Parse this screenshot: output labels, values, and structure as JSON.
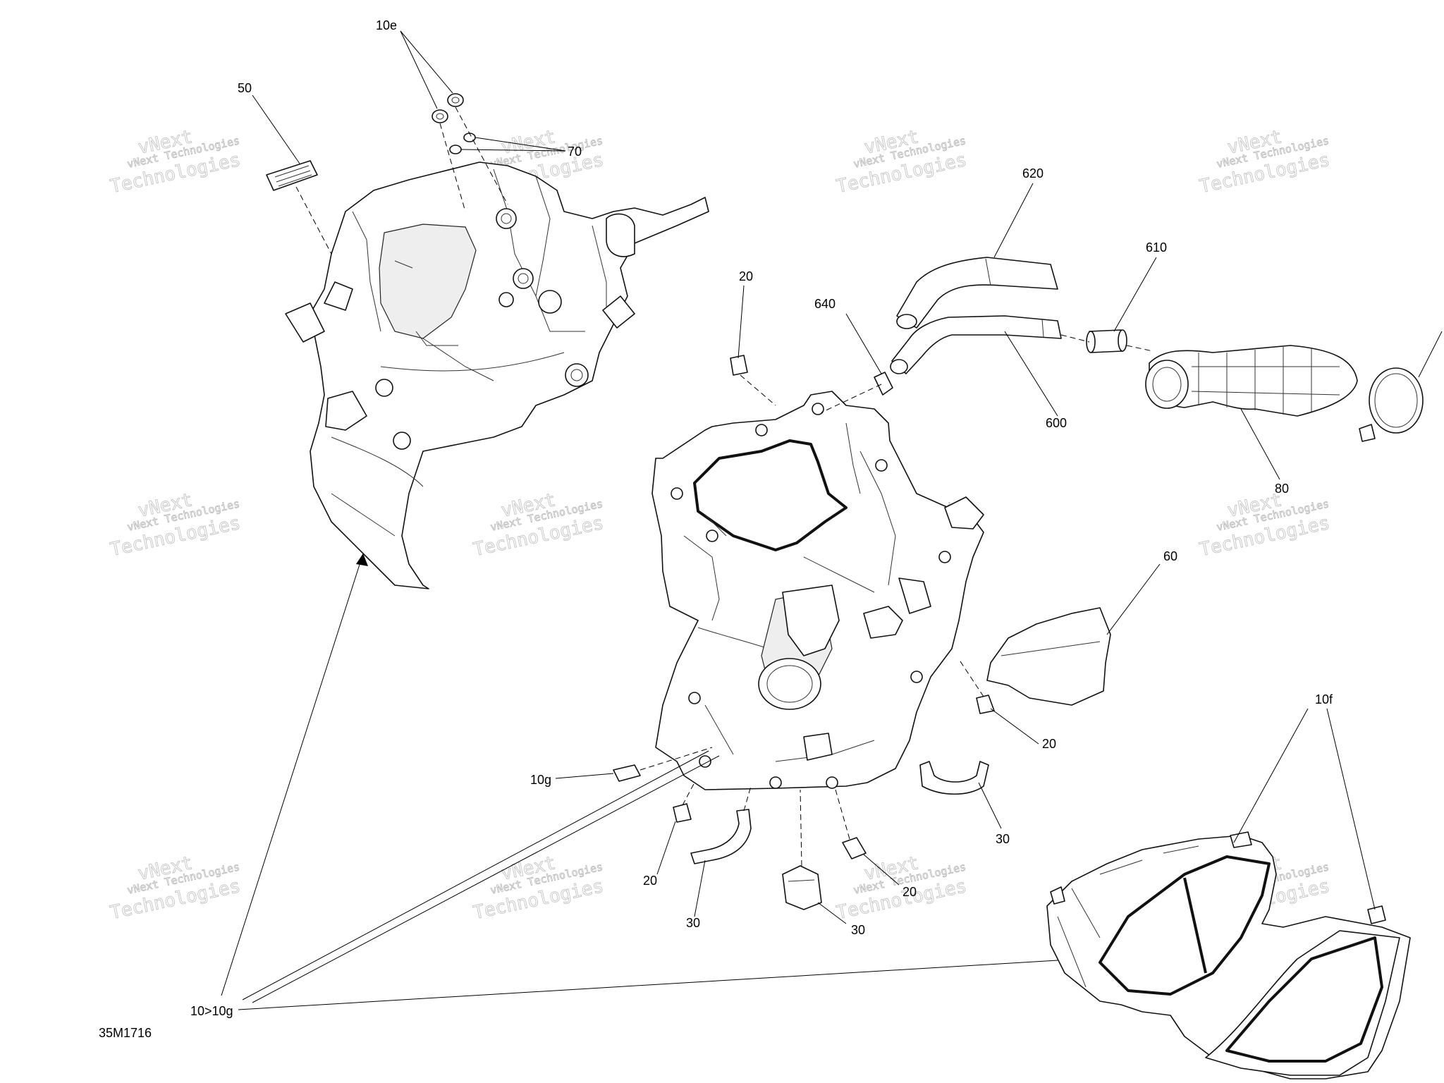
{
  "diagram_id": "35M1716",
  "watermark": {
    "line1": "vNext",
    "line2": "vNext Technologies",
    "line3": "Technologies"
  },
  "callouts": {
    "c10e": "10e",
    "c50": "50",
    "c70": "70",
    "c620": "620",
    "c610": "610",
    "c640": "640",
    "c600": "600",
    "c80": "80",
    "c20_top": "20",
    "c60": "60",
    "c10f": "10f",
    "c20_right": "20",
    "c30_right": "30",
    "c10g": "10g",
    "c20_bottom_left": "20",
    "c30_bottom_left": "30",
    "c20_bottom_mid": "20",
    "c30_bottom_mid": "30",
    "c10_10g": "10>10g"
  },
  "colors": {
    "line": "#111111",
    "watermark": "#c4c4c4",
    "background": "#ffffff"
  }
}
